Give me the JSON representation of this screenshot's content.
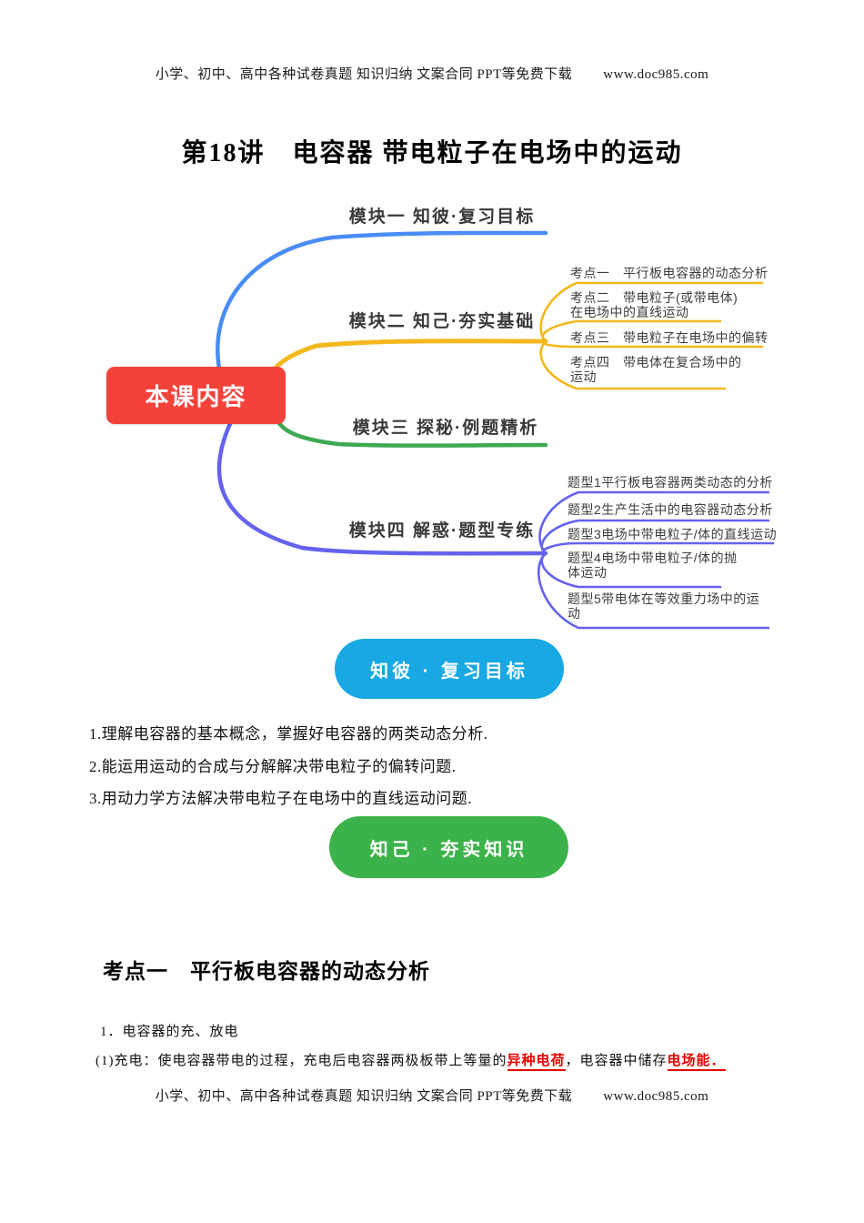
{
  "page": {
    "header_text": "小学、初中、高中各种试卷真题 知识归纳 文案合同 PPT等免费下载",
    "header_url": "www.doc985.com",
    "footer_text": "小学、初中、高中各种试卷真题 知识归纳 文案合同 PPT等免费下载",
    "footer_url": "www.doc985.com",
    "title": "第18讲　电容器 带电粒子在电场中的运动"
  },
  "mindmap": {
    "root_label": "本课内容",
    "branches": [
      {
        "label": "模块一 知彼·复习目标",
        "color": "#4a8cf5",
        "children": []
      },
      {
        "label": "模块二 知己·夯实基础",
        "color": "#f3b81d",
        "children": [
          [
            "考点一　平行板电容器的动态分析"
          ],
          [
            "考点二　带电粒子(或带电体)",
            "在电场中的直线运动"
          ],
          [
            "考点三　带电粒子在电场中的偏转"
          ],
          [
            "考点四　带电体在复合场中的",
            "运动"
          ]
        ]
      },
      {
        "label": "模块三 探秘·例题精析",
        "color": "#3ea952",
        "children": []
      },
      {
        "label": "模块四 解惑·题型专练",
        "color": "#6462ee",
        "children": [
          [
            "题型1平行板电容器两类动态的分析"
          ],
          [
            "题型2生产生活中的电容器动态分析"
          ],
          [
            "题型3电场中带电粒子/体的直线运动"
          ],
          [
            "题型4电场中带电粒子/体的抛",
            "体运动"
          ],
          [
            "题型5带电体在等效重力场中的运",
            "动"
          ]
        ]
      }
    ]
  },
  "sections": {
    "pill_review": "知彼 · 复习目标",
    "goals": [
      "1.理解电容器的基本概念，掌握好电容器的两类动态分析.",
      "2.能运用运动的合成与分解解决带电粒子的偏转问题.",
      "3.用动力学方法解决带电粒子在电场中的直线运动问题."
    ],
    "pill_basics": "知己 · 夯实知识",
    "heading": "考点一　平行板电容器的动态分析",
    "item1": "1．电容器的充、放电",
    "charge": {
      "prefix": "(1)充电：使电容器带电的过程，充电后电容器两极板带上等量的",
      "red1": "异种电荷",
      "mid": "，电容器中储存",
      "red2": "电场能．"
    }
  },
  "colors": {
    "branch_blue": "#4a8cf5",
    "branch_yellow": "#f3b81d",
    "branch_green": "#3ea952",
    "branch_purple": "#6462ee",
    "root_red": "#f4423a",
    "pill_blue": "#18a8e3",
    "pill_green": "#3bb34a",
    "highlight_red": "#e60000"
  }
}
